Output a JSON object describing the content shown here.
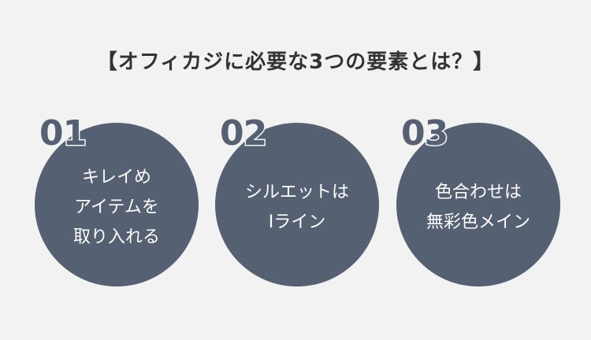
{
  "title": "【オフィカジに必要な3つの要素とは？】",
  "items": [
    {
      "number": "01",
      "lines": [
        "キレイめ",
        "アイテムを",
        "取り入れる"
      ]
    },
    {
      "number": "02",
      "lines": [
        "シルエットは",
        "Iライン"
      ]
    },
    {
      "number": "03",
      "lines": [
        "色合わせは",
        "無彩色メイン"
      ]
    }
  ],
  "colors": {
    "background": "#f2f2f2",
    "circle": "#566073",
    "circle_text": "#ffffff",
    "title_text": "#333333"
  }
}
